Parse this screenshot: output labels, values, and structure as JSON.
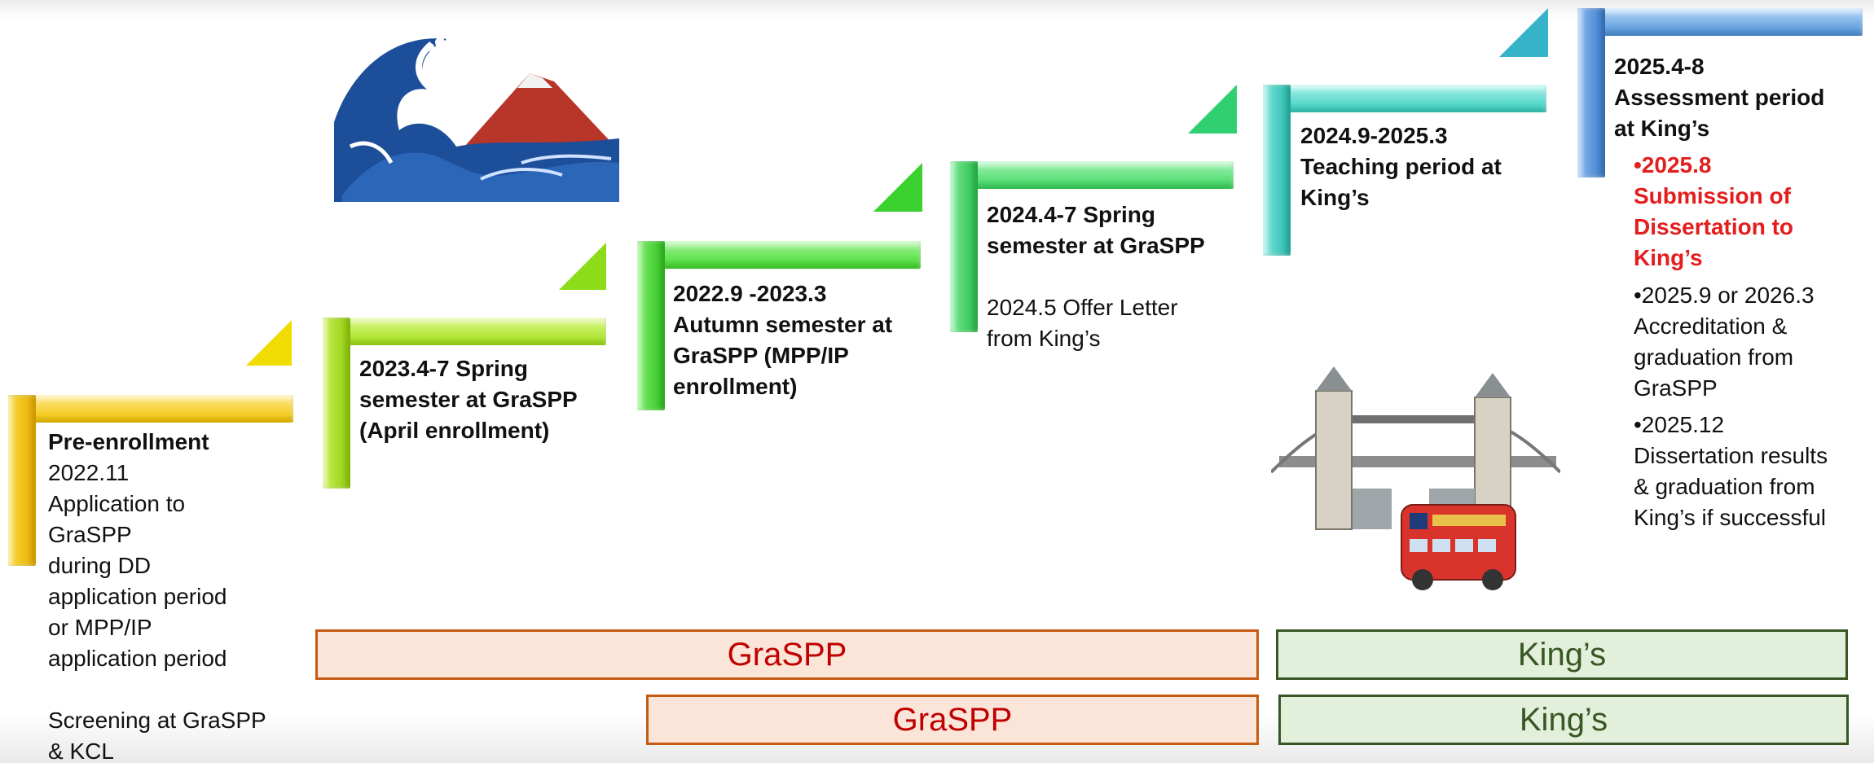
{
  "steps": [
    {
      "id": "pre",
      "bold_title": "Pre-enrollment",
      "lines": [
        "2022.11",
        "Application to",
        "GraSPP",
        "during DD",
        "application period",
        "or MPP/IP",
        "application period",
        "",
        "Screening at GraSPP",
        "& KCL"
      ],
      "color": "#f2c200"
    },
    {
      "id": "s2023spring",
      "bold_lines": [
        "2023.4-7 Spring",
        "semester at GraSPP",
        "(April enrollment)"
      ],
      "color": "#a6e31d"
    },
    {
      "id": "s2022autumn",
      "bold_lines": [
        "2022.9 -2023.3",
        "Autumn semester at",
        "GraSPP (MPP/IP",
        "enrollment)"
      ],
      "color": "#41d62f"
    },
    {
      "id": "s2024spring",
      "bold_lines": [
        "2024.4-7 Spring",
        "semester at GraSPP"
      ],
      "extra_lines": [
        "2024.5 Offer Letter",
        "from King’s"
      ],
      "color": "#33d65a"
    },
    {
      "id": "kings_teaching",
      "bold_lines": [
        "2024.9-2025.3",
        "Teaching period at",
        "King’s"
      ],
      "color": "#34cfbd"
    },
    {
      "id": "kings_assessment",
      "bold_lines": [
        "2025.4-8",
        "Assessment period",
        "at King’s"
      ],
      "bullet_red": [
        "•2025.8",
        "Submission of",
        "Dissertation to",
        "King’s"
      ],
      "bullets": [
        [
          "•2025.9 or 2026.3",
          "Accreditation &",
          "graduation from",
          "GraSPP"
        ],
        [
          "•2025.12",
          "Dissertation results",
          "& graduation from",
          "King’s if successful"
        ]
      ],
      "color": "#4a90d9"
    }
  ],
  "bands": {
    "row1": {
      "graspp": "GraSPP",
      "kings": "King’s"
    },
    "row2": {
      "graspp": "GraSPP",
      "kings": "King’s"
    }
  },
  "images": {
    "wave": "great-wave-and-mount-fuji",
    "london": "tower-bridge-and-red-bus"
  }
}
